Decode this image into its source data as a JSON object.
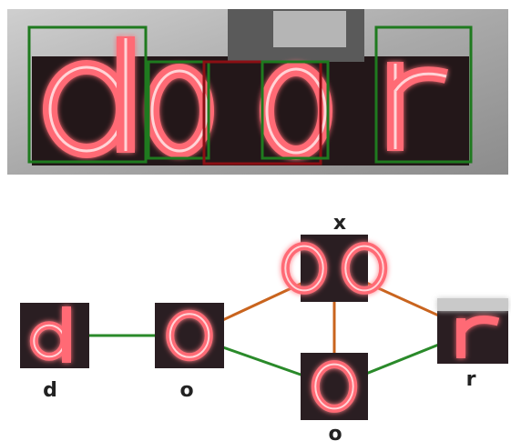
{
  "colors": {
    "candidate_box_green": "#1f7a1f",
    "candidate_box_red": "#8b0f14",
    "edge_green": "#2a8a2a",
    "edge_orange": "#c9641e",
    "neon_glow": "#ff6b75",
    "neon_core": "#ffd4d7",
    "photo_background": "#2a1e22"
  },
  "scene": {
    "word": "door"
  },
  "graph": {
    "nodes": [
      {
        "id": "d",
        "label": "d",
        "glyph": "d"
      },
      {
        "id": "o1",
        "label": "o",
        "glyph": "o"
      },
      {
        "id": "x",
        "label": "x",
        "glyph": "oo-split"
      },
      {
        "id": "o2",
        "label": "o",
        "glyph": "o"
      },
      {
        "id": "r",
        "label": "r",
        "glyph": "r"
      }
    ],
    "edges": [
      {
        "from": "d",
        "to": "o1",
        "color": "green"
      },
      {
        "from": "o1",
        "to": "x",
        "color": "orange"
      },
      {
        "from": "o1",
        "to": "o2",
        "color": "green"
      },
      {
        "from": "x",
        "to": "o2",
        "color": "orange"
      },
      {
        "from": "x",
        "to": "r",
        "color": "orange"
      },
      {
        "from": "o2",
        "to": "r",
        "color": "green"
      }
    ]
  }
}
